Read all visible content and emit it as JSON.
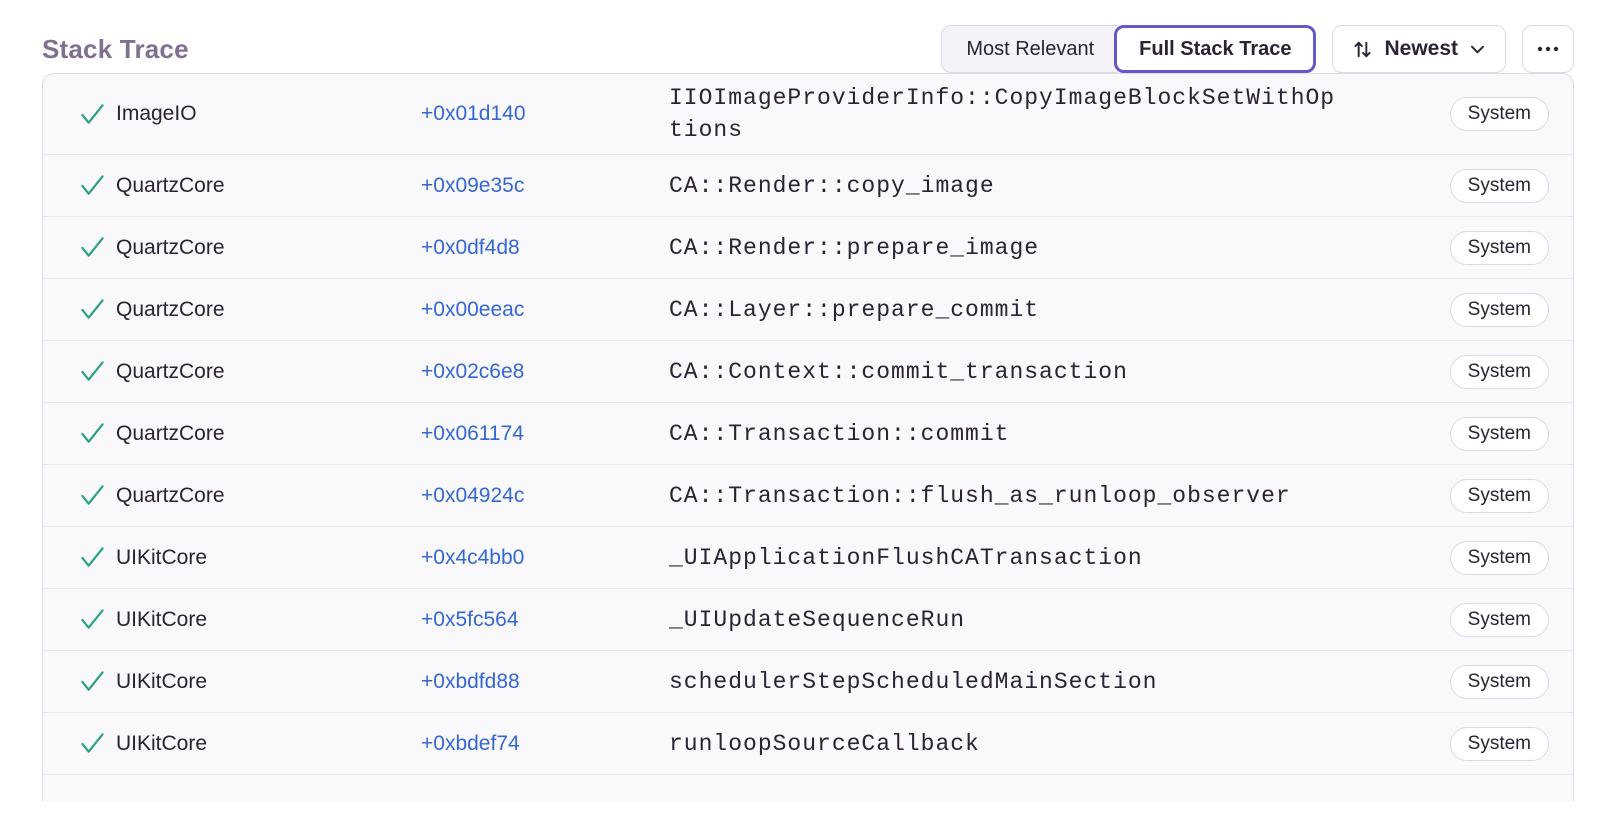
{
  "colors": {
    "accent-purple": "#6559c5",
    "link-blue": "#3567d3",
    "success-green": "#2ba185",
    "title-gray": "#80708f",
    "text-dark": "#2b2233",
    "border": "#dcd8e3",
    "divider": "#e8e5ec",
    "panel-bg": "#f9f8fa"
  },
  "header": {
    "title": "Stack Trace",
    "view_toggle": {
      "options": [
        {
          "label": "Most Relevant",
          "active": false
        },
        {
          "label": "Full Stack Trace",
          "active": true
        }
      ]
    },
    "sort_button": {
      "label": "Newest",
      "icon": "sort-arrows-icon",
      "chevron": "chevron-down-icon"
    },
    "more_button": {
      "icon": "ellipsis-icon"
    }
  },
  "stack_trace": {
    "frames": [
      {
        "module": "ImageIO",
        "address": "+0x01d140",
        "function": "IIOImageProviderInfo::CopyImageBlockSetWithOptions",
        "tag": "System"
      },
      {
        "module": "QuartzCore",
        "address": "+0x09e35c",
        "function": "CA::Render::copy_image",
        "tag": "System"
      },
      {
        "module": "QuartzCore",
        "address": "+0x0df4d8",
        "function": "CA::Render::prepare_image",
        "tag": "System"
      },
      {
        "module": "QuartzCore",
        "address": "+0x00eeac",
        "function": "CA::Layer::prepare_commit",
        "tag": "System"
      },
      {
        "module": "QuartzCore",
        "address": "+0x02c6e8",
        "function": "CA::Context::commit_transaction",
        "tag": "System"
      },
      {
        "module": "QuartzCore",
        "address": "+0x061174",
        "function": "CA::Transaction::commit",
        "tag": "System"
      },
      {
        "module": "QuartzCore",
        "address": "+0x04924c",
        "function": "CA::Transaction::flush_as_runloop_observer",
        "tag": "System"
      },
      {
        "module": "UIKitCore",
        "address": "+0x4c4bb0",
        "function": "_UIApplicationFlushCATransaction",
        "tag": "System"
      },
      {
        "module": "UIKitCore",
        "address": "+0x5fc564",
        "function": "_UIUpdateSequenceRun",
        "tag": "System"
      },
      {
        "module": "UIKitCore",
        "address": "+0xbdfd88",
        "function": "schedulerStepScheduledMainSection",
        "tag": "System"
      },
      {
        "module": "UIKitCore",
        "address": "+0xbdef74",
        "function": "runloopSourceCallback",
        "tag": "System"
      }
    ]
  }
}
